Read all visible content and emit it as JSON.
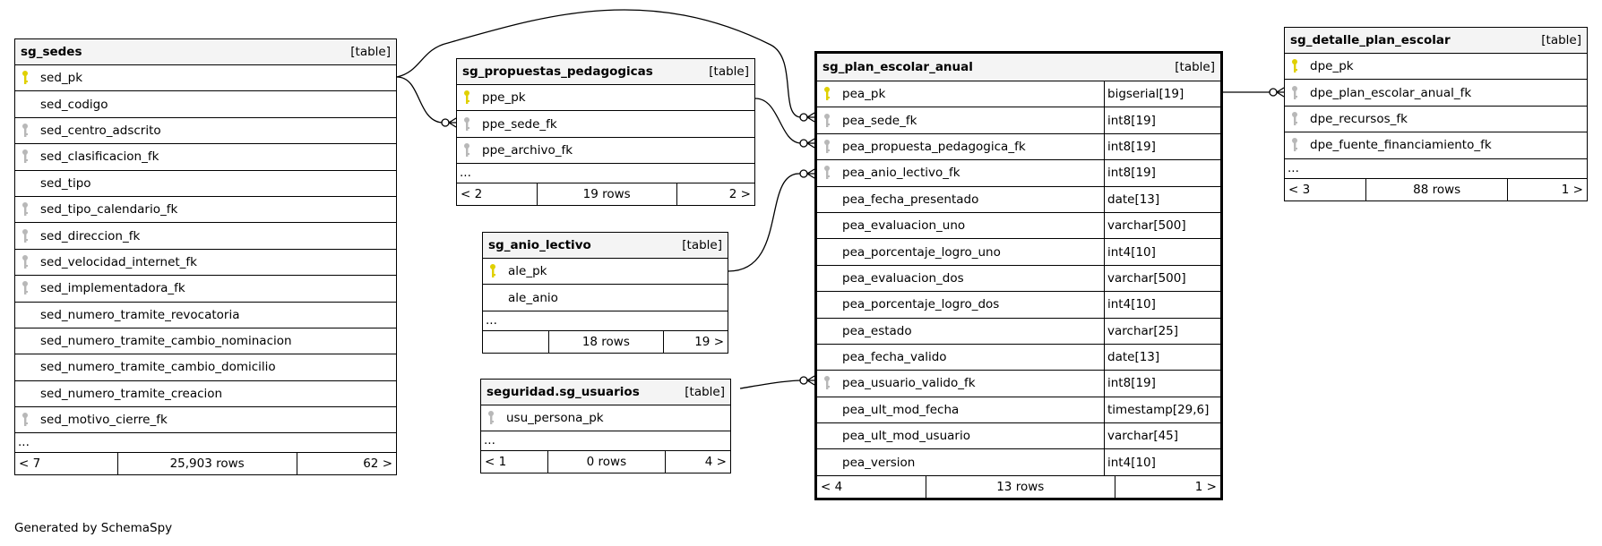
{
  "footer_text": "Generated by SchemaSpy",
  "colors": {
    "pk_key": "#e0d000",
    "fk_key": "#b8b8b8",
    "header_bg": "#f4f4f4"
  },
  "tables": [
    {
      "id": "sg_sedes",
      "name": "sg_sedes",
      "kind": "[table]",
      "ellipsis": "...",
      "rows": [
        {
          "name": "sed_pk",
          "key": "pk"
        },
        {
          "name": "sed_codigo",
          "key": ""
        },
        {
          "name": "sed_centro_adscrito",
          "key": "fk"
        },
        {
          "name": "sed_clasificacion_fk",
          "key": "fk"
        },
        {
          "name": "sed_tipo",
          "key": ""
        },
        {
          "name": "sed_tipo_calendario_fk",
          "key": "fk"
        },
        {
          "name": "sed_direccion_fk",
          "key": "fk"
        },
        {
          "name": "sed_velocidad_internet_fk",
          "key": "fk"
        },
        {
          "name": "sed_implementadora_fk",
          "key": "fk"
        },
        {
          "name": "sed_numero_tramite_revocatoria",
          "key": ""
        },
        {
          "name": "sed_numero_tramite_cambio_nominacion",
          "key": ""
        },
        {
          "name": "sed_numero_tramite_cambio_domicilio",
          "key": ""
        },
        {
          "name": "sed_numero_tramite_creacion",
          "key": ""
        },
        {
          "name": "sed_motivo_cierre_fk",
          "key": "fk"
        }
      ],
      "footer": {
        "left": "< 7",
        "mid": "25,903 rows",
        "right": "62 >"
      }
    },
    {
      "id": "sg_propuestas_pedagogicas",
      "name": "sg_propuestas_pedagogicas",
      "kind": "[table]",
      "ellipsis": "...",
      "rows": [
        {
          "name": "ppe_pk",
          "key": "pk"
        },
        {
          "name": "ppe_sede_fk",
          "key": "fk"
        },
        {
          "name": "ppe_archivo_fk",
          "key": "fk"
        }
      ],
      "footer": {
        "left": "< 2",
        "mid": "19 rows",
        "right": "2 >"
      }
    },
    {
      "id": "sg_anio_lectivo",
      "name": "sg_anio_lectivo",
      "kind": "[table]",
      "ellipsis": "...",
      "rows": [
        {
          "name": "ale_pk",
          "key": "pk"
        },
        {
          "name": "ale_anio",
          "key": ""
        }
      ],
      "footer": {
        "left": "",
        "mid": "18 rows",
        "right": "19 >"
      }
    },
    {
      "id": "seguridad_sg_usuarios",
      "name": "seguridad.sg_usuarios",
      "kind": "[table]",
      "ellipsis": "...",
      "rows": [
        {
          "name": "usu_persona_pk",
          "key": "fk"
        }
      ],
      "footer": {
        "left": "< 1",
        "mid": "0 rows",
        "right": "4 >"
      }
    },
    {
      "id": "sg_plan_escolar_anual",
      "name": "sg_plan_escolar_anual",
      "kind": "[table]",
      "ellipsis": null,
      "rows": [
        {
          "name": "pea_pk",
          "type": "bigserial[19]",
          "key": "pk"
        },
        {
          "name": "pea_sede_fk",
          "type": "int8[19]",
          "key": "fk"
        },
        {
          "name": "pea_propuesta_pedagogica_fk",
          "type": "int8[19]",
          "key": "fk"
        },
        {
          "name": "pea_anio_lectivo_fk",
          "type": "int8[19]",
          "key": "fk"
        },
        {
          "name": "pea_fecha_presentado",
          "type": "date[13]",
          "key": ""
        },
        {
          "name": "pea_evaluacion_uno",
          "type": "varchar[500]",
          "key": ""
        },
        {
          "name": "pea_porcentaje_logro_uno",
          "type": "int4[10]",
          "key": ""
        },
        {
          "name": "pea_evaluacion_dos",
          "type": "varchar[500]",
          "key": ""
        },
        {
          "name": "pea_porcentaje_logro_dos",
          "type": "int4[10]",
          "key": ""
        },
        {
          "name": "pea_estado",
          "type": "varchar[25]",
          "key": ""
        },
        {
          "name": "pea_fecha_valido",
          "type": "date[13]",
          "key": ""
        },
        {
          "name": "pea_usuario_valido_fk",
          "type": "int8[19]",
          "key": "fk"
        },
        {
          "name": "pea_ult_mod_fecha",
          "type": "timestamp[29,6]",
          "key": ""
        },
        {
          "name": "pea_ult_mod_usuario",
          "type": "varchar[45]",
          "key": ""
        },
        {
          "name": "pea_version",
          "type": "int4[10]",
          "key": ""
        }
      ],
      "footer": {
        "left": "< 4",
        "mid": "13 rows",
        "right": "1 >"
      }
    },
    {
      "id": "sg_detalle_plan_escolar",
      "name": "sg_detalle_plan_escolar",
      "kind": "[table]",
      "ellipsis": "...",
      "rows": [
        {
          "name": "dpe_pk",
          "key": "pk"
        },
        {
          "name": "dpe_plan_escolar_anual_fk",
          "key": "fk"
        },
        {
          "name": "dpe_recursos_fk",
          "key": "fk"
        },
        {
          "name": "dpe_fuente_financiamiento_fk",
          "key": "fk"
        }
      ],
      "footer": {
        "left": "< 3",
        "mid": "88 rows",
        "right": "1 >"
      }
    }
  ]
}
